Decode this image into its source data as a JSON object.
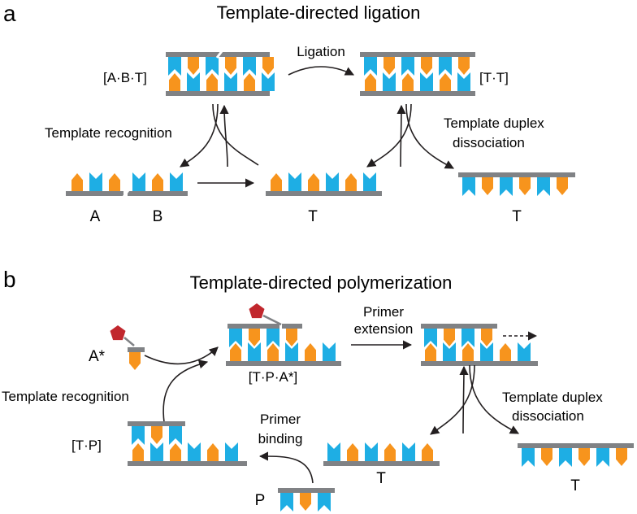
{
  "colors": {
    "backbone": "#808285",
    "orange": "#f7941d",
    "blue": "#1eaee4",
    "activator": "#c1272d",
    "text": "#231f20"
  },
  "panel_a": {
    "letter": "a",
    "title": "Template-directed ligation",
    "complex_abt": "[A·B·T]",
    "complex_tt": "[T·T]",
    "ligation": "Ligation",
    "template_recognition": "Template recognition",
    "template_duplex_line1": "Template duplex",
    "template_duplex_line2": "dissociation",
    "strand_a": "A",
    "strand_b": "B",
    "strand_t1": "T",
    "strand_t2": "T"
  },
  "panel_b": {
    "letter": "b",
    "title": "Template-directed polymerization",
    "activated_monomer": "A*",
    "complex_tpa": "[T·P·A*]",
    "primer_extension_line1": "Primer",
    "primer_extension_line2": "extension",
    "template_recognition": "Template recognition",
    "complex_tp": "[T·P]",
    "primer_binding_line1": "Primer",
    "primer_binding_line2": "binding",
    "template_duplex_line1": "Template duplex",
    "template_duplex_line2": "dissociation",
    "strand_t1": "T",
    "strand_t2": "T",
    "strand_p": "P"
  }
}
